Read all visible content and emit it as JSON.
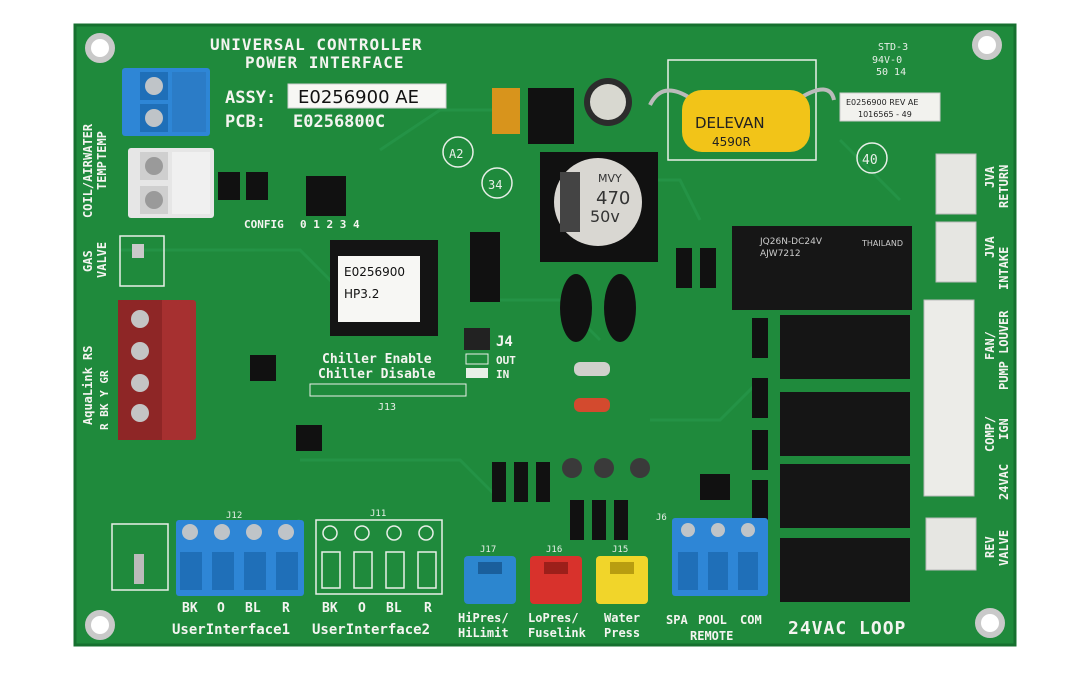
{
  "board": {
    "title_line1": "UNIVERSAL CONTROLLER",
    "title_line2": "POWER INTERFACE",
    "assy_label": "ASSY:",
    "assy_value": "E0256900 AE",
    "pcb_label": "PCB:",
    "pcb_value": "E0256800C",
    "std": "STD-3",
    "ul": "94V-0",
    "date_code": "50 14",
    "rev_sticker_line1": "E0256900 REV AE",
    "rev_sticker_line2": "1016565 - 49",
    "circle_a2": "A2",
    "circle_34": "34",
    "circle_40": "40",
    "colors": {
      "board": "#1f8a3c",
      "board_dark": "#167330",
      "terminal_blue": "#2e86d6",
      "terminal_white": "#e6e6e6",
      "terminal_red": "#a63030",
      "relay": "#1a1a1a",
      "inductor": "#f2c418",
      "silk": "#f4f4f0"
    }
  },
  "left_labels": {
    "water_temp": [
      "WATER",
      "TEMP"
    ],
    "coil_air_temp": [
      "COIL/AIR",
      "TEMP"
    ],
    "gas_valve": [
      "GAS",
      "VALVE"
    ],
    "aqualink": "AquaLink RS",
    "aqualink_pins": "R  BK  Y  GR"
  },
  "right_labels": {
    "jva_return": [
      "JVA",
      "RETURN"
    ],
    "jva_intake": [
      "JVA",
      "INTAKE"
    ],
    "fan_pump_louver": [
      "FAN/",
      "PUMP LOUVER"
    ],
    "comp_ign": [
      "COMP/",
      "IGN"
    ],
    "vac_24": "24VAC",
    "rev_valve": [
      "REV",
      "VALVE"
    ]
  },
  "center_labels": {
    "config": "CONFIG",
    "config_pins": "0 1 2 3 4",
    "mcu_line1": "E0256900",
    "mcu_line2": "HP3.2",
    "j4": "J4",
    "j4_out": "OUT",
    "j4_in": "IN",
    "chiller_enable": "Chiller  Enable",
    "chiller_disable": "Chiller  Disable",
    "j13": "J13",
    "inductor_brand": "DELEVAN",
    "inductor_part": "4590R",
    "cap_value": "470",
    "cap_voltage": "50v",
    "cap_series": "MVY",
    "relay_top_line1": "JQ26N-DC24V",
    "relay_top_line2": "AJW7212",
    "relay_brand": "THAILAND"
  },
  "bottom_labels": {
    "ui1_pins": [
      "BK",
      "O",
      "BL",
      "R"
    ],
    "ui1": "UserInterface1",
    "ui2_pins": [
      "BK",
      "O",
      "BL",
      "R"
    ],
    "ui2": "UserInterface2",
    "j17": "J17",
    "j16": "J16",
    "j15": "J15",
    "hipres": [
      "HiPres/",
      "HiLimit"
    ],
    "lopres": [
      "LoPres/",
      "Fuselink"
    ],
    "water": [
      "Water",
      "Press"
    ],
    "remote_pins": [
      "SPA",
      "POOL",
      "COM"
    ],
    "remote": "REMOTE",
    "loop": "24VAC  LOOP",
    "j12": "J12",
    "j11": "J11",
    "j6": "J6"
  }
}
